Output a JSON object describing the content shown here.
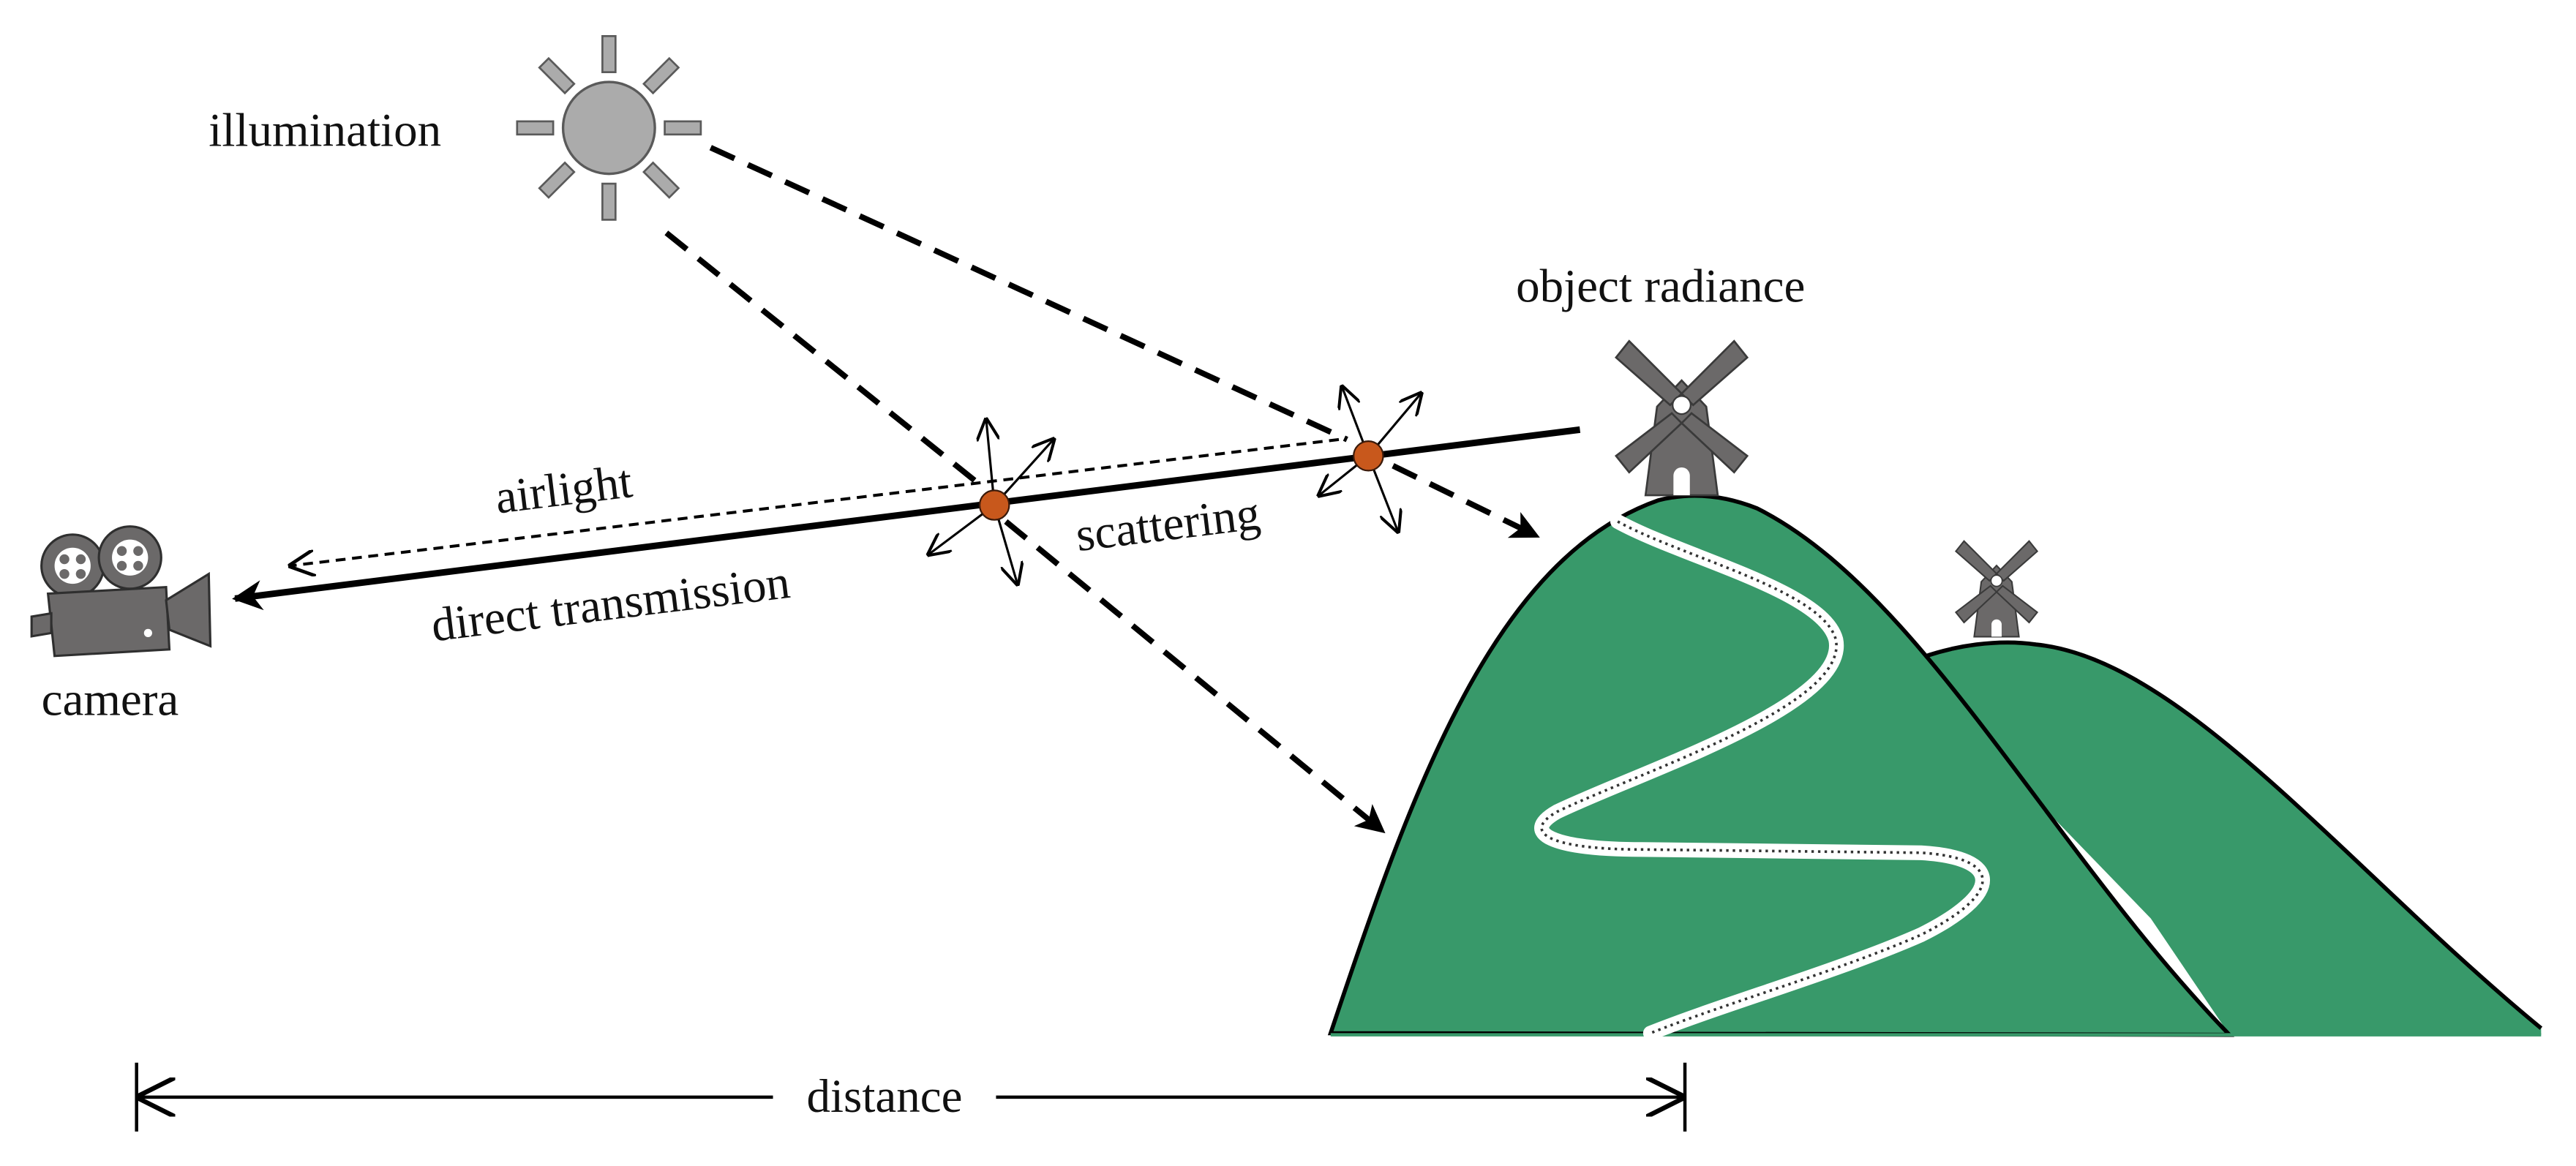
{
  "labels": {
    "illumination": "illumination",
    "object_radiance": "object radiance",
    "airlight": "airlight",
    "direct_transmission": "direct transmission",
    "scattering": "scattering",
    "camera": "camera",
    "distance": "distance"
  },
  "colors": {
    "hill": "#38996A",
    "particle": "#C8581C",
    "sun": "#ABABAB",
    "windmill": "#6B6969",
    "line": "#000000"
  },
  "icons": [
    "sun-icon",
    "camera-icon",
    "windmill-icon",
    "particle-icon"
  ]
}
